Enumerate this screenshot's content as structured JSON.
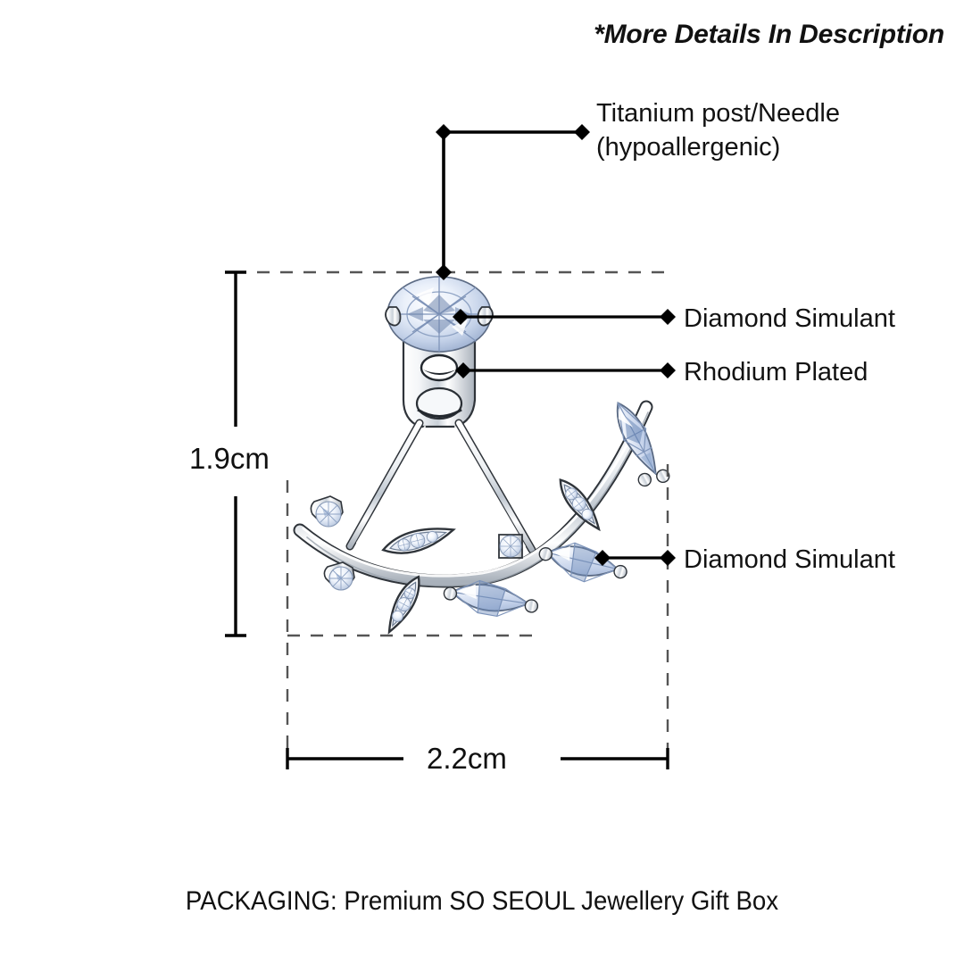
{
  "header": {
    "note": "*More Details In Description"
  },
  "callouts": [
    {
      "id": "titanium-post",
      "line1": "Titanium post/Needle",
      "line2": "(hypoallergenic)"
    },
    {
      "id": "diamond-simulant-top",
      "text": "Diamond Simulant"
    },
    {
      "id": "rhodium-plated",
      "text": "Rhodium Plated"
    },
    {
      "id": "diamond-simulant-branch",
      "text": "Diamond Simulant"
    }
  ],
  "dimensions": {
    "height": "1.9cm",
    "width": "2.2cm"
  },
  "footer": {
    "packaging": "PACKAGING: Premium SO SEOUL Jewellery Gift Box"
  },
  "colors": {
    "background": "#ffffff",
    "text": "#111111",
    "leader_line": "#000000",
    "dashed_guide": "#555555",
    "metal_outline": "#3a3f46",
    "metal_light": "#fdfdfe",
    "metal_shadow": "#b9c0c8",
    "stone_fill": "#eef2fa",
    "stone_facet": "#9fb2d4",
    "stone_deep": "#5d7db0"
  },
  "product": {
    "type": "ear-jacket-earring",
    "stud": "round brilliant cut stone with four-prong setting",
    "jacket": "curved leaf branch with marquise and round stones"
  }
}
